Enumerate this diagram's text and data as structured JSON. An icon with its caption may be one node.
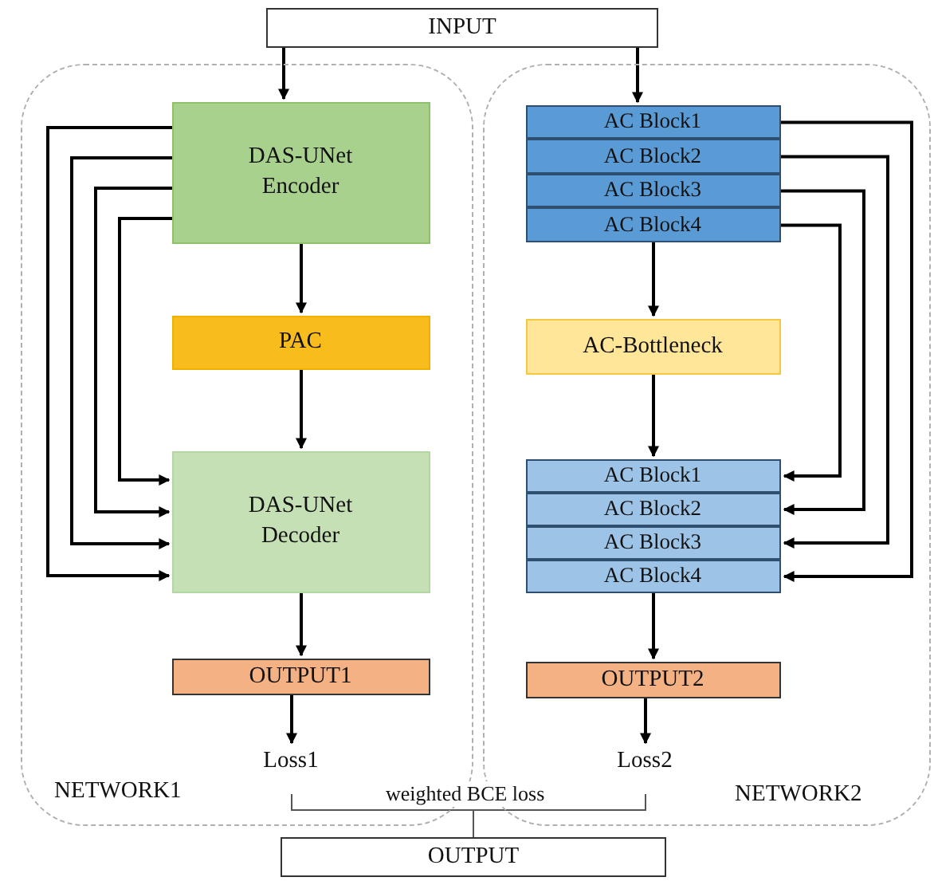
{
  "diagram": {
    "nodes": [
      {
        "text": [
          "INPUT"
        ]
      },
      {
        "text": [
          "NETWORK1"
        ]
      },
      {
        "text": [
          "DAS-UNet Encoder"
        ],
        "in": 1
      },
      {
        "text": [
          "PAC"
        ],
        "in": 1
      },
      {
        "text": [
          "DAS-UNet Decoder"
        ],
        "in": 1
      },
      {
        "text": [
          "OUTPUT1"
        ],
        "in": 1
      },
      {
        "text": [
          "Loss1"
        ],
        "in": 1
      },
      {
        "text": [
          "NETWORK2"
        ]
      },
      {
        "text": [
          "AC Block1"
        ],
        "in": 7
      },
      {
        "text": [
          "AC Block2"
        ],
        "in": 7
      },
      {
        "text": [
          "AC Block3"
        ],
        "in": 7
      },
      {
        "text": [
          "AC Block4"
        ],
        "in": 7
      },
      {
        "text": [
          "AC-Bottleneck"
        ],
        "in": 7
      },
      {
        "text": [
          "AC Block1"
        ],
        "in": 7
      },
      {
        "text": [
          "AC Block2"
        ],
        "in": 7
      },
      {
        "text": [
          "AC Block3"
        ],
        "in": 7
      },
      {
        "text": [
          "AC Block4"
        ],
        "in": 7
      },
      {
        "text": [
          "OUTPUT2"
        ],
        "in": 7
      },
      {
        "text": [
          "Loss2"
        ],
        "in": 7
      },
      {
        "text": [
          "OUTPUT"
        ]
      }
    ],
    "edges": [
      {
        "from": 0,
        "to": 2,
        "arrow": "to"
      },
      {
        "from": 0,
        "to": 8,
        "arrow": "to"
      },
      {
        "from": 2,
        "to": 3,
        "arrow": "to"
      },
      {
        "from": 3,
        "to": 4,
        "arrow": "to"
      },
      {
        "from": 4,
        "to": 5,
        "arrow": "to"
      },
      {
        "from": 5,
        "to": 6,
        "arrow": "to"
      },
      {
        "from": 2,
        "to": 4,
        "arrow": "to"
      },
      {
        "from": 2,
        "to": 4,
        "arrow": "to"
      },
      {
        "from": 2,
        "to": 4,
        "arrow": "to"
      },
      {
        "from": 2,
        "to": 4,
        "arrow": "to"
      },
      {
        "from": 11,
        "to": 12,
        "arrow": "to"
      },
      {
        "from": 12,
        "to": 13,
        "arrow": "to"
      },
      {
        "from": 16,
        "to": 17,
        "arrow": "to"
      },
      {
        "from": 17,
        "to": 18,
        "arrow": "to"
      },
      {
        "from": 8,
        "to": 16,
        "arrow": "to"
      },
      {
        "from": 9,
        "to": 15,
        "arrow": "to"
      },
      {
        "from": 10,
        "to": 14,
        "arrow": "to"
      },
      {
        "from": 11,
        "to": 13,
        "arrow": "to"
      },
      {
        "from": 6,
        "to": 19,
        "arrow": "none"
      },
      {
        "from": 18,
        "to": 19,
        "arrow": "none"
      }
    ],
    "labels": [
      "weighted BCE loss"
    ]
  }
}
